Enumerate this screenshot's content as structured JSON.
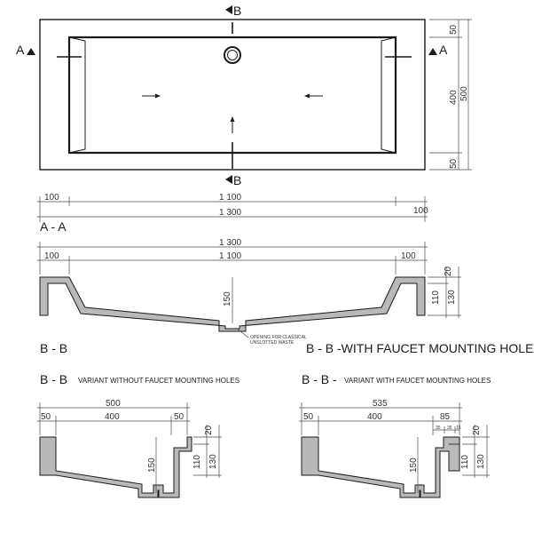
{
  "top_view": {
    "marker_b": "B",
    "marker_a": "A",
    "dims_right": [
      "50",
      "400",
      "50",
      "500"
    ]
  },
  "dims_row1": [
    "100",
    "1 100",
    "1 300",
    "100"
  ],
  "section_aa": {
    "title": "A - A",
    "dims_top": [
      "1 300",
      "100",
      "1 100",
      "100"
    ],
    "dim_depth": "150",
    "dims_right": [
      "20",
      "110",
      "130"
    ],
    "note_line1": "OPENING FOR CLASSICAL",
    "note_line2": "UNSLOTTED WASTE"
  },
  "label_bb": "B - B",
  "label_bb_faucet": "B - B -WITH FAUCET MOUNTING HOLES",
  "variant_left": {
    "title": "B - B",
    "subtitle": "VARIANT WITHOUT FAUCET MOUNTING HOLES",
    "dims_top": [
      "500",
      "50",
      "400",
      "50"
    ],
    "dim_depth": "150",
    "dims_right": [
      "20",
      "110",
      "130"
    ]
  },
  "variant_right": {
    "title": "B - B -",
    "subtitle": "VARIANT WITH FAUCET MOUNTING HOLES",
    "dims_top": [
      "535",
      "50",
      "400",
      "85"
    ],
    "dims_small": [
      "35",
      "35",
      "15"
    ],
    "dim_depth": "150",
    "dims_right": [
      "20",
      "110",
      "130"
    ]
  }
}
